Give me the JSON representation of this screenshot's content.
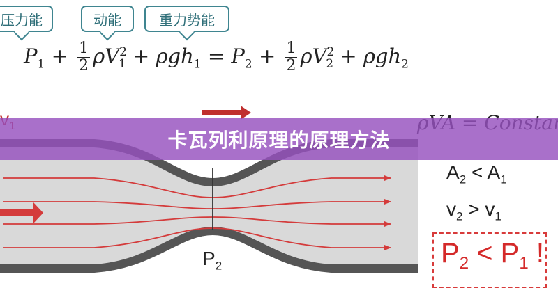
{
  "callouts": {
    "pressure_energy": "压力能",
    "kinetic_energy": "动能",
    "potential_energy": "重力势能"
  },
  "equation": {
    "p1": "P",
    "p1_sub": "1",
    "plus": "+",
    "frac_num": "1",
    "frac_den": "2",
    "rho_v": "ρV",
    "v1_sub": "1",
    "sq": "2",
    "rho_g_h": "ρgh",
    "h1_sub": "1",
    "equals": "=",
    "p2": "P",
    "p2_sub": "2",
    "v2_sub": "2",
    "h2_sub": "2"
  },
  "continuity": "ρVA = Constant",
  "relations": {
    "area_lhs": "A",
    "area_lhs_sub": "2",
    "area_op": "<",
    "area_rhs": "A",
    "area_rhs_sub": "1",
    "vel_lhs": "v",
    "vel_lhs_sub": "2",
    "vel_op": ">",
    "vel_rhs": "v",
    "vel_rhs_sub": "1"
  },
  "warning": {
    "lhs": "P",
    "lhs_sub": "2",
    "op": "<",
    "rhs": "P",
    "rhs_sub": "1",
    "bang": "!"
  },
  "labels": {
    "p2": "P",
    "p2_sub": "2",
    "v1": "v",
    "v1_sub": "1"
  },
  "banner": {
    "title": "卡瓦列利原理的原理方法"
  },
  "colors": {
    "pipe_fill": "#d9d9d9",
    "pipe_wall": "#555555",
    "flow_arrow": "#d43b3b",
    "banner": "#9650be",
    "callout_border": "#3f8590"
  }
}
